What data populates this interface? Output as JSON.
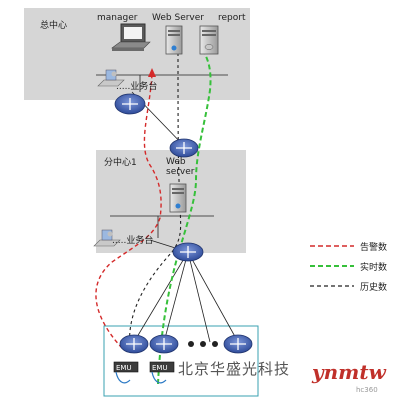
{
  "hq": {
    "title": "总中心",
    "servers": [
      "manager",
      "Web Server",
      "report"
    ],
    "console_label": "业务台"
  },
  "branch": {
    "title": "分中心1",
    "server_label": "Web server",
    "console_label": "业务台"
  },
  "site": {
    "device_label": "EMU"
  },
  "legend": [
    {
      "label": "告警数",
      "color": "#d42a2a",
      "style": "dashed-red"
    },
    {
      "label": "实时数",
      "color": "#36c03a",
      "style": "dashed-green"
    },
    {
      "label": "历史数",
      "color": "#222222",
      "style": "dashed-black"
    }
  ],
  "watermark": {
    "company": "北京华盛光科技",
    "brand": "ynmtw",
    "small": "hc360"
  },
  "colors": {
    "zone_fill": "#d6d6d6",
    "router_blue": "#3f5fb0",
    "site_border": "#3aa0b0"
  }
}
